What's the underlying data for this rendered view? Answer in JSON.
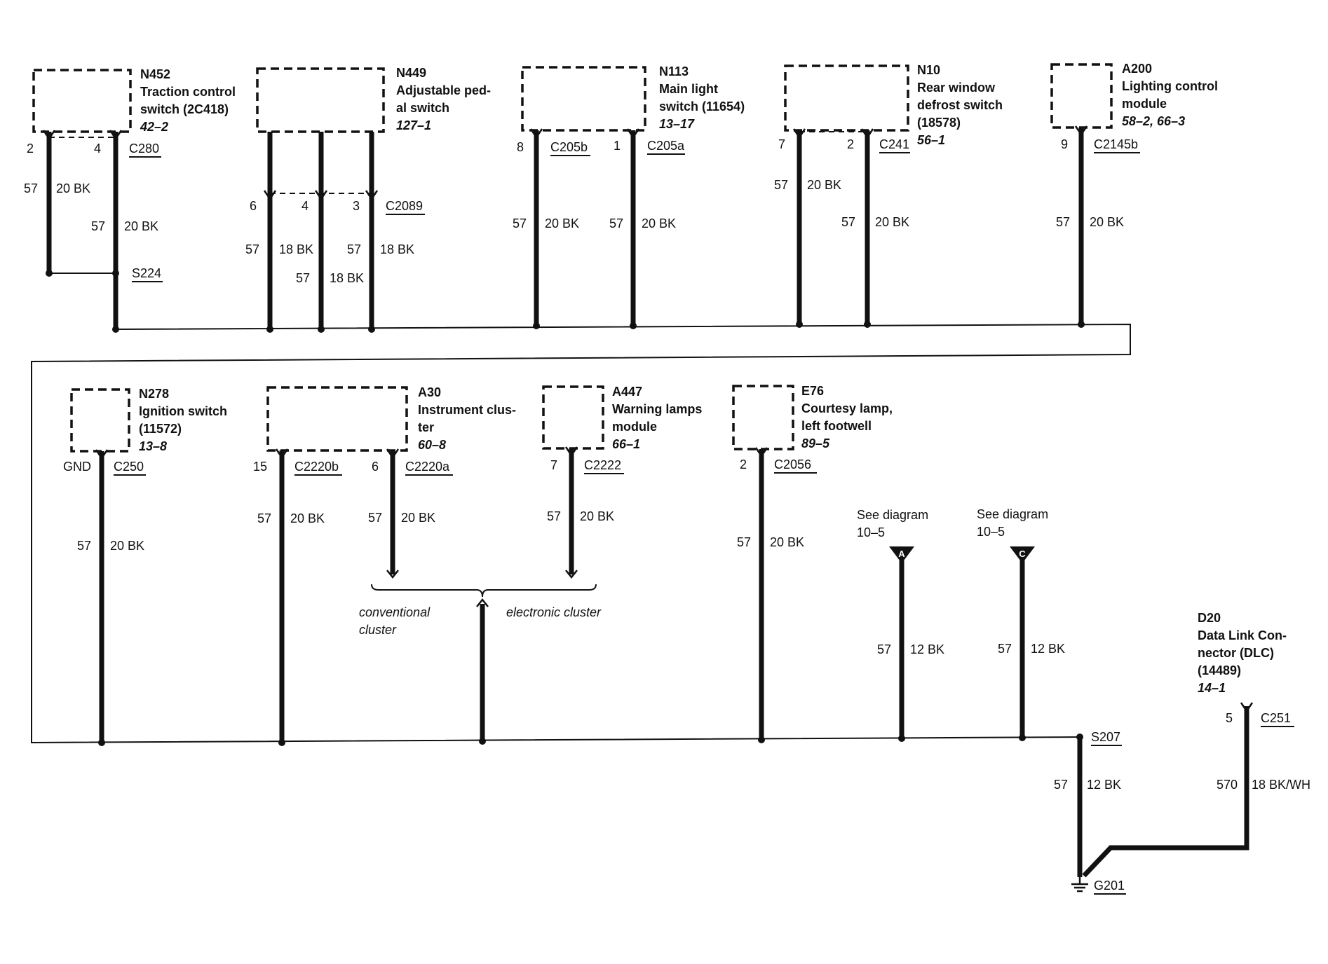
{
  "components": [
    {
      "code": "N452",
      "name": [
        "Traction control",
        "switch (2C418)"
      ],
      "ref": "42–2"
    },
    {
      "code": "N449",
      "name": [
        "Adjustable ped-",
        "al switch"
      ],
      "ref": "127–1"
    },
    {
      "code": "N113",
      "name": [
        "Main light",
        "switch (11654)"
      ],
      "ref": "13–17"
    },
    {
      "code": "N10",
      "name": [
        "Rear window",
        "defrost switch",
        "(18578)"
      ],
      "ref": "56–1"
    },
    {
      "code": "A200",
      "name": [
        "Lighting control",
        "module"
      ],
      "ref": "58–2, 66–3"
    },
    {
      "code": "N278",
      "name": [
        "Ignition switch",
        "(11572)"
      ],
      "ref": "13–8"
    },
    {
      "code": "A30",
      "name": [
        "Instrument clus-",
        "ter"
      ],
      "ref": "60–8"
    },
    {
      "code": "A447",
      "name": [
        "Warning lamps",
        "module"
      ],
      "ref": "66–1"
    },
    {
      "code": "E76",
      "name": [
        "Courtesy lamp,",
        "left footwell"
      ],
      "ref": "89–5"
    },
    {
      "code": "D20",
      "name": [
        "Data Link Con-",
        "nector (DLC)",
        "(14489)"
      ],
      "ref": "14–1"
    }
  ],
  "connectors": [
    "C280",
    "C2089",
    "C205b",
    "C205a",
    "C241",
    "C2145b",
    "C250",
    "C2220b",
    "C2220a",
    "C2222",
    "C2056",
    "C251"
  ],
  "splices": [
    "S224",
    "S207"
  ],
  "ground": "G201",
  "pins": [
    "2",
    "4",
    "6",
    "4",
    "3",
    "8",
    "1",
    "7",
    "2",
    "9",
    "GND",
    "15",
    "6",
    "7",
    "2",
    "5"
  ],
  "wires": [
    {
      "circuit": "57",
      "spec": "20 BK"
    },
    {
      "circuit": "57",
      "spec": "20 BK"
    },
    {
      "circuit": "57",
      "spec": "18 BK"
    },
    {
      "circuit": "57",
      "spec": "18 BK"
    },
    {
      "circuit": "57",
      "spec": "18 BK"
    },
    {
      "circuit": "57",
      "spec": "20 BK"
    },
    {
      "circuit": "57",
      "spec": "20 BK"
    },
    {
      "circuit": "57",
      "spec": "20 BK"
    },
    {
      "circuit": "57",
      "spec": "20 BK"
    },
    {
      "circuit": "57",
      "spec": "20 BK"
    },
    {
      "circuit": "57",
      "spec": "20 BK"
    },
    {
      "circuit": "57",
      "spec": "20 BK"
    },
    {
      "circuit": "57",
      "spec": "20 BK"
    },
    {
      "circuit": "57",
      "spec": "20 BK"
    },
    {
      "circuit": "57",
      "spec": "20 BK"
    },
    {
      "circuit": "57",
      "spec": "12 BK"
    },
    {
      "circuit": "57",
      "spec": "12 BK"
    },
    {
      "circuit": "57",
      "spec": "12 BK"
    },
    {
      "circuit": "570",
      "spec": "18 BK/WH"
    }
  ],
  "see_diagram": [
    {
      "text": "See diagram",
      "ref": "10–5",
      "flag": "A"
    },
    {
      "text": "See diagram",
      "ref": "10–5",
      "flag": "C"
    }
  ],
  "cluster_options": {
    "left": [
      "conventional",
      "cluster"
    ],
    "right": "electronic cluster"
  }
}
